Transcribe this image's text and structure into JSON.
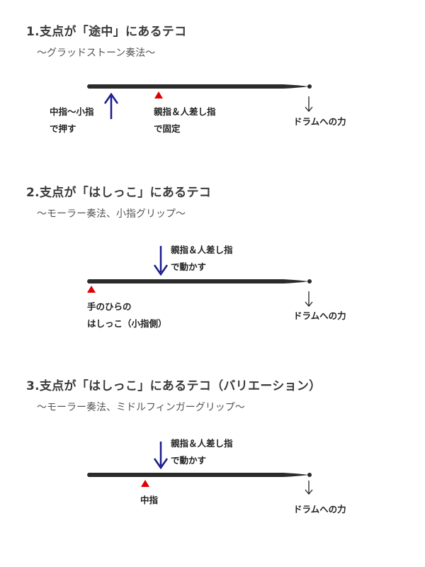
{
  "sections": [
    {
      "title": "1.支点が「途中」にあるテコ",
      "subtitle": "～グラッドストーン奏法～",
      "labels": {
        "effort": [
          "中指～小指",
          "で押す"
        ],
        "fulcrum": [
          "親指＆人差し指",
          "で固定"
        ],
        "load": "ドラムへの力"
      }
    },
    {
      "title": "2.支点が「はしっこ」にあるテコ",
      "subtitle": "～モーラー奏法、小指グリップ～",
      "labels": {
        "effort": [
          "親指＆人差し指",
          "で動かす"
        ],
        "fulcrum": [
          "手のひらの",
          "はしっこ（小指側）"
        ],
        "load": "ドラムへの力"
      }
    },
    {
      "title": "3.支点が「はしっこ」にあるテコ（バリエーション）",
      "subtitle": "～モーラー奏法、ミドルフィンガーグリップ～",
      "labels": {
        "effort": [
          "親指＆人差し指",
          "で動かす"
        ],
        "fulcrum": [
          "中指"
        ],
        "load": "ドラムへの力"
      }
    }
  ],
  "colors": {
    "stick": "#2b2b2b",
    "effort_arrow": "#1a1a8c",
    "fulcrum": "#e00000",
    "load_arrow": "#222222",
    "text": "#222222"
  },
  "icons": {
    "effort": "up-or-down-arrow-icon",
    "fulcrum": "red-triangle-icon",
    "load": "thin-down-arrow-icon"
  }
}
